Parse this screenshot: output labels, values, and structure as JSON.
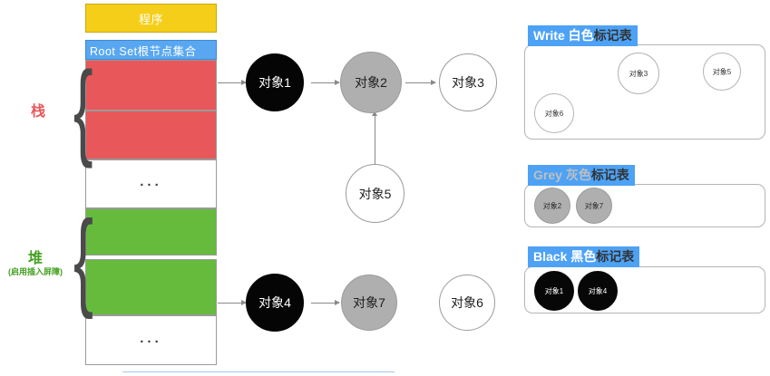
{
  "memory_column": {
    "blocks": [
      {
        "label": "程序",
        "style": "program"
      },
      {
        "label": "Root Set根节点集合",
        "style": "rootset"
      },
      {
        "label": "",
        "style": "red"
      },
      {
        "label": "",
        "style": "red"
      },
      {
        "label": "...",
        "style": "white"
      },
      {
        "label": "",
        "style": "green"
      },
      {
        "label": "",
        "style": "green"
      },
      {
        "label": "...",
        "style": "white"
      }
    ]
  },
  "side_labels": {
    "stack": {
      "title": "栈",
      "note": ""
    },
    "heap": {
      "title": "堆",
      "note": "(启用插入屏障)"
    }
  },
  "graph": {
    "nodes": [
      {
        "id": "obj1",
        "label": "对象1",
        "color": "black"
      },
      {
        "id": "obj2",
        "label": "对象2",
        "color": "grey"
      },
      {
        "id": "obj3",
        "label": "对象3",
        "color": "white"
      },
      {
        "id": "obj5",
        "label": "对象5",
        "color": "white"
      },
      {
        "id": "obj4",
        "label": "对象4",
        "color": "black"
      },
      {
        "id": "obj7",
        "label": "对象7",
        "color": "grey"
      },
      {
        "id": "obj6",
        "label": "对象6",
        "color": "white"
      }
    ]
  },
  "mark_tables": [
    {
      "id": "write",
      "title_en": "Write",
      "title_color_cjk": "白色",
      "title_suffix": "标记表",
      "items": [
        {
          "label": "对象3",
          "color": "white"
        },
        {
          "label": "对象5",
          "color": "white"
        },
        {
          "label": "对象6",
          "color": "white"
        }
      ]
    },
    {
      "id": "grey",
      "title_en": "Grey",
      "title_color_cjk": "灰色",
      "title_suffix": "标记表",
      "items": [
        {
          "label": "对象2",
          "color": "grey"
        },
        {
          "label": "对象7",
          "color": "grey"
        }
      ]
    },
    {
      "id": "black",
      "title_en": "Black",
      "title_color_cjk": "黑色",
      "title_suffix": "标记表",
      "items": [
        {
          "label": "对象1",
          "color": "black"
        },
        {
          "label": "对象4",
          "color": "black"
        }
      ]
    }
  ],
  "colors": {
    "program_yellow": "#F5CE19",
    "rootset_blue": "#58A7F0",
    "stack_red": "#E8585A",
    "heap_green": "#66BB3C",
    "highlight_blue": "#4DA2F5",
    "node_grey": "#AFAFAF",
    "node_black": "#050505",
    "arrow_grey": "#8A8A8A"
  }
}
